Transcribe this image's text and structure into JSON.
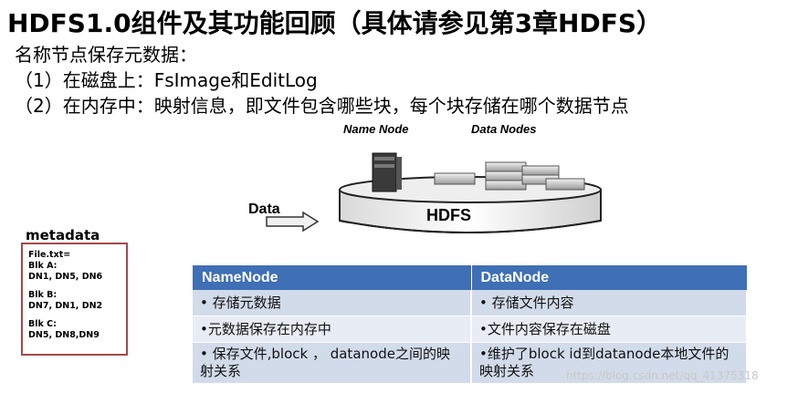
{
  "title": "HDFS1.0组件及其功能回顾（具体请参见第3章HDFS）",
  "lines": [
    "名称节点保存元数据：",
    "（1）在磁盘上：FsImage和EditLog",
    "（2）在内存中：映射信息，即文件包含哪些块，每个块存储在哪个数据节点"
  ],
  "diagram": {
    "name_node_label": "Name Node",
    "data_nodes_label": "Data Nodes",
    "data_arrow_label": "Data",
    "hdfs_label": "HDFS"
  },
  "metadata": {
    "title": "metadata",
    "file": "File.txt=",
    "blocks": [
      {
        "name": "Blk A:",
        "nodes": "DN1, DN5, DN6"
      },
      {
        "name": "Blk B:",
        "nodes": "DN7, DN1, DN2"
      },
      {
        "name": "Blk C:",
        "nodes": "DN5, DN8,DN9"
      }
    ]
  },
  "table": {
    "headers": [
      "NameNode",
      "DataNode"
    ],
    "rows": [
      [
        "• 存储元数据",
        "• 存储文件内容"
      ],
      [
        "•元数据保存在内存中",
        "•文件内容保存在磁盘"
      ],
      [
        "• 保存文件,block ，  datanode之间的映射关系",
        "•维护了block id到datanode本地文件的映射关系"
      ]
    ]
  },
  "watermark": "https://blog.csdn.net/qq_41375318",
  "colors": {
    "table_header": "#3f6fb4",
    "row_dark": "#d2dbea",
    "row_light": "#e8ecf4",
    "metadata_border": "#a84747"
  }
}
